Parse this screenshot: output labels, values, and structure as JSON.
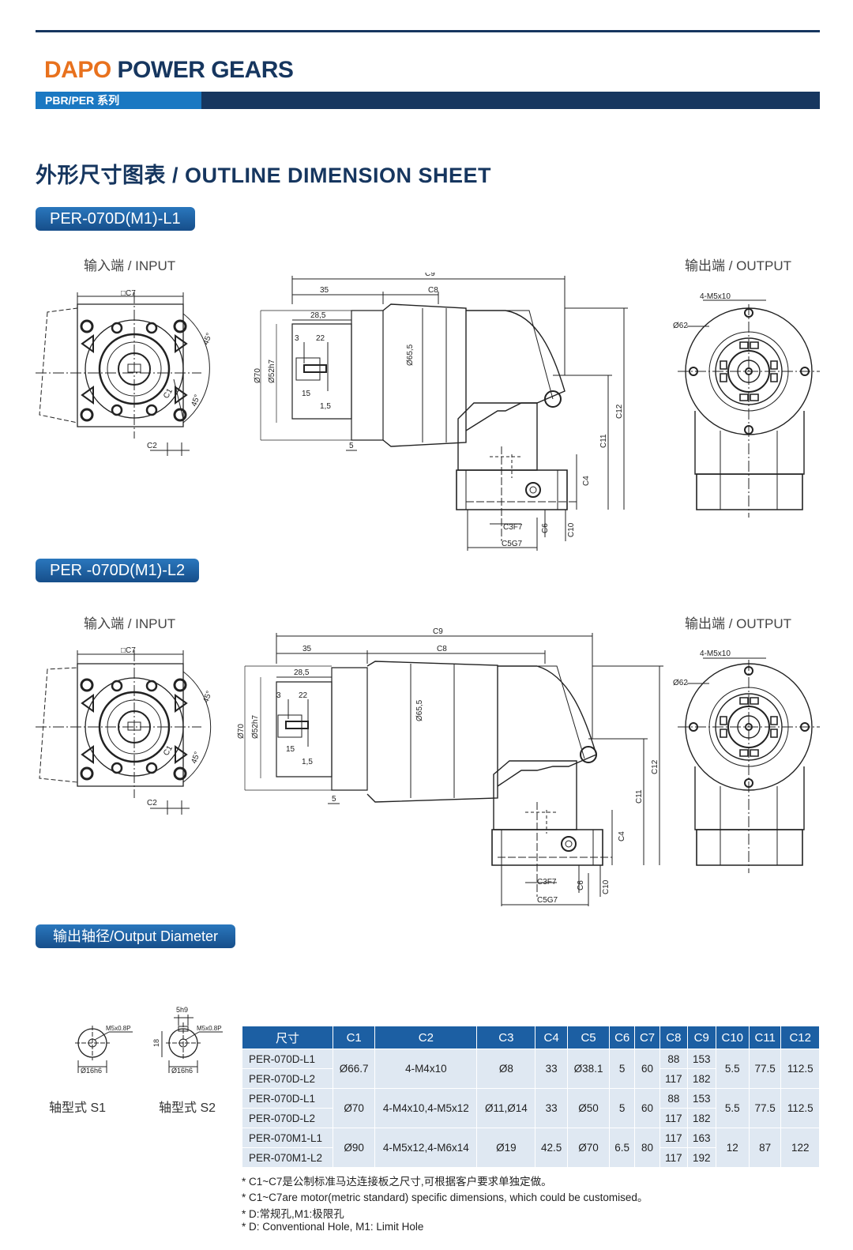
{
  "header": {
    "brand_part1": "DAPO",
    "brand_part2": "POWER GEARS",
    "series": "PBR/PER 系列",
    "colors": {
      "navy": "#16365f",
      "orange": "#e8711d",
      "blue": "#1a78c2"
    }
  },
  "sheet_title": "外形尺寸图表 / OUTLINE DIMENSION SHEET",
  "sections": [
    {
      "model": "PER-070D(M1)-L1",
      "input_label": "输入端 / INPUT",
      "output_label": "输出端 / OUTPUT"
    },
    {
      "model": "PER -070D(M1)-L2",
      "input_label": "输入端 / INPUT",
      "output_label": "输出端 / OUTPUT"
    }
  ],
  "drawing_labels": {
    "c7": "□C7",
    "c2": "C2",
    "c9": "C9",
    "c8": "C8",
    "d35": "35",
    "d28_5": "28,5",
    "d3": "3",
    "d22": "22",
    "d15": "15",
    "d1_5": "1,5",
    "d5": "5",
    "phi70": "Ø70",
    "phi52h7": "Ø52h7",
    "phi65_5": "Ø65,5",
    "c11": "C11",
    "c12": "C12",
    "c4": "C4",
    "c6": "C6",
    "c10": "C10",
    "c3f7": "C3F7",
    "c5g7": "C5G7",
    "angle45": "45°",
    "c1": "C1",
    "m5x10": "4-M5x10",
    "phi62": "Ø62"
  },
  "output_diameter": {
    "title": "输出轴径/Output Diameter",
    "shaft_s1": "轴型式 S1",
    "shaft_s2": "轴型式 S2",
    "s1_thread": "M5x0.8P",
    "s1_dia": "Ø16h6",
    "s2_key": "5h9",
    "s2_height": "18",
    "s2_thread": "M5x0.8P",
    "s2_dia": "Ø16h6"
  },
  "table": {
    "headers": [
      "尺寸",
      "C1",
      "C2",
      "C3",
      "C4",
      "C5",
      "C6",
      "C7",
      "C8",
      "C9",
      "C10",
      "C11",
      "C12"
    ],
    "groups": [
      {
        "models": [
          "PER-070D-L1",
          "PER-070D-L2"
        ],
        "c1": "Ø66.7",
        "c2": "4-M4x10",
        "c3": "Ø8",
        "c4": "33",
        "c5": "Ø38.1",
        "c6": "5",
        "c7": "60",
        "c8": [
          "88",
          "117"
        ],
        "c9": [
          "153",
          "182"
        ],
        "c10": "5.5",
        "c11": "77.5",
        "c12": "112.5"
      },
      {
        "models": [
          "PER-070D-L1",
          "PER-070D-L2"
        ],
        "c1": "Ø70",
        "c2": "4-M4x10,4-M5x12",
        "c3": "Ø11,Ø14",
        "c4": "33",
        "c5": "Ø50",
        "c6": "5",
        "c7": "60",
        "c8": [
          "88",
          "117"
        ],
        "c9": [
          "153",
          "182"
        ],
        "c10": "5.5",
        "c11": "77.5",
        "c12": "112.5"
      },
      {
        "models": [
          "PER-070M1-L1",
          "PER-070M1-L2"
        ],
        "c1": "Ø90",
        "c2": "4-M5x12,4-M6x14",
        "c3": "Ø19",
        "c4": "42.5",
        "c5": "Ø70",
        "c6": "6.5",
        "c7": "80",
        "c8": [
          "117",
          "117"
        ],
        "c9": [
          "163",
          "192"
        ],
        "c10": "12",
        "c11": "87",
        "c12": "122"
      }
    ]
  },
  "notes": [
    "* C1~C7是公制标准马达连接板之尺寸,可根据客户要求单独定做。",
    "* C1~C7are motor(metric standard)  specific dimensions, which could be customised。",
    "* D:常规孔,M1:极限孔",
    "* D: Conventional Hole, M1: Limit Hole"
  ]
}
